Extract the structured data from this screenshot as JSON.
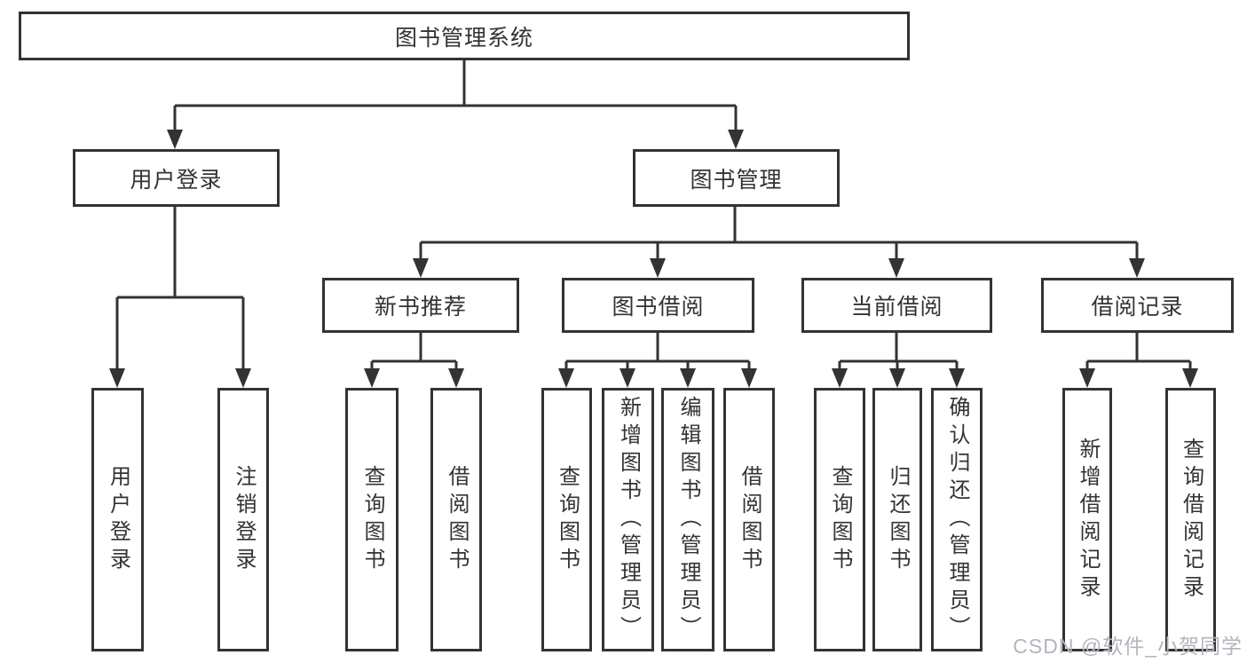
{
  "tree": {
    "label": "图书管理系统",
    "children": [
      {
        "label": "用户登录",
        "children": [
          {
            "label": "用户登录"
          },
          {
            "label": "注销登录"
          }
        ]
      },
      {
        "label": "图书管理",
        "children": [
          {
            "label": "新书推荐",
            "children": [
              {
                "label": "查询图书"
              },
              {
                "label": "借阅图书"
              }
            ]
          },
          {
            "label": "图书借阅",
            "children": [
              {
                "label": "查询图书"
              },
              {
                "label": "新增图书（管理员）"
              },
              {
                "label": "编辑图书（管理员）"
              },
              {
                "label": "借阅图书"
              }
            ]
          },
          {
            "label": "当前借阅",
            "children": [
              {
                "label": "查询图书"
              },
              {
                "label": "归还图书"
              },
              {
                "label": "确认归还（管理员）"
              }
            ]
          },
          {
            "label": "借阅记录",
            "children": [
              {
                "label": "新增借阅记录"
              },
              {
                "label": "查询借阅记录"
              }
            ]
          }
        ]
      }
    ]
  },
  "watermark": "CSDN @软件_小贺同学",
  "colors": {
    "line": "#333333",
    "text": "#333333",
    "box_background": "#ffffff",
    "watermark": "#b3b5bd"
  }
}
